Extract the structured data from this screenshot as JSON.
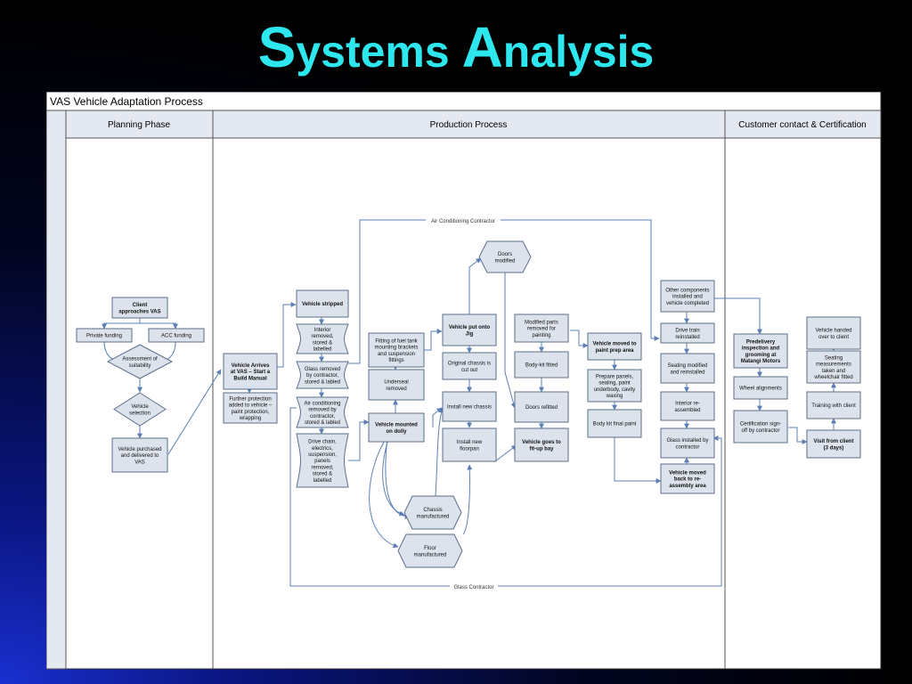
{
  "slide": {
    "title_first_cap": "S",
    "title_first_rest": "ystems",
    "title_second_cap": "A",
    "title_second_rest": "nalysis"
  },
  "diagram": {
    "title": "VAS Vehicle Adaptation Process",
    "lanes": {
      "planning": "Planning Phase",
      "production": "Production Process",
      "customer": "Customer contact & Certification"
    },
    "connector_labels": {
      "air": "Air Conditioning Contractor",
      "glass": "Glass Contractor"
    },
    "nodes": {
      "client": [
        "Client",
        "approaches VAS"
      ],
      "private_funding": [
        "Private funding"
      ],
      "acc_funding": [
        "ACC funding"
      ],
      "assessment": [
        "Assessment of",
        "suitability"
      ],
      "vehicle_selection": [
        "Vehicle",
        "selection"
      ],
      "vehicle_purchased": [
        "Vehicle purchased",
        "and delivered to",
        "VAS"
      ],
      "vehicle_arrives": [
        "Vehicle Arrives",
        "at VAS – Start a",
        "Build Manual"
      ],
      "further_protection": [
        "Further protection",
        "added to vehicle –",
        "paint protection,",
        "wrapping"
      ],
      "vehicle_stripped": [
        "Vehicle stripped"
      ],
      "interior_removed": [
        "Interior",
        "removed,",
        "stored &",
        "labelled"
      ],
      "glass_removed": [
        "Glass removed",
        "by contractor,",
        "stored & labled"
      ],
      "aircon_removed": [
        "Air conditioning",
        "removed by",
        "contractor,",
        "stored & labled"
      ],
      "drive_chain": [
        "Drive chain,",
        "electrics,",
        "suspension,",
        "panels",
        "removed,",
        "stored &",
        "labelled"
      ],
      "fitting_fuel": [
        "Fitting of fuel tank",
        "mounting brackets",
        "and suspension",
        "fittings"
      ],
      "underseal": [
        "Underseal",
        "removed"
      ],
      "mounted_dolly": [
        "Vehicle mounted",
        "on dolly"
      ],
      "put_onto_jig": [
        "Vehicle put onto",
        "Jig"
      ],
      "chassis_cut": [
        "Original chassis is",
        "cut out"
      ],
      "install_chassis": [
        "Install new chassis"
      ],
      "install_floorpan": [
        "Install new",
        "floorpan"
      ],
      "chassis_manufactured": [
        "Chassis",
        "manufactured"
      ],
      "floor_manufactured": [
        "Floor",
        "manufactured"
      ],
      "doors_modified": [
        "Doors",
        "modified"
      ],
      "modified_parts": [
        "Modified parts",
        "removed for",
        "painting"
      ],
      "bodykit_fitted": [
        "Body-kit fitted"
      ],
      "doors_refitted": [
        "Doors refitted"
      ],
      "fitup_bay": [
        "Vehicle goes to",
        "fit-up bay"
      ],
      "paint_prep": [
        "Vehicle moved to",
        "paint prep area"
      ],
      "prepare_panels": [
        "Prepare panels,",
        "sealing, paint",
        "underbody, cavity",
        "waxing"
      ],
      "bodykit_paint": [
        "Body kit final paint"
      ],
      "other_components": [
        "Other components",
        "installed and",
        "vehicle completed"
      ],
      "drive_train": [
        "Drive train",
        "reinstalled"
      ],
      "seating_modified": [
        "Seating modified",
        "and reinstalled"
      ],
      "interior_reassembled": [
        "Interior re-",
        "assembled"
      ],
      "glass_installed": [
        "Glass installed by",
        "contractor"
      ],
      "moved_reassembly": [
        "Vehicle moved",
        "back to re-",
        "assembly area"
      ],
      "predelivery": [
        "Predelivery",
        "inspection and",
        "grooming at",
        "Matangi Motors"
      ],
      "wheel_alignments": [
        "Wheel alignments"
      ],
      "certification": [
        "Certification sign-",
        "off by contractor"
      ],
      "vehicle_handed": [
        "Vehicle handed",
        "over to client"
      ],
      "seating_measurements": [
        "Seating",
        "measurements",
        "taken and",
        "wheelchair fitted"
      ],
      "training": [
        "Training with client"
      ],
      "visit_client": [
        "Visit from client",
        "(3 days)"
      ]
    }
  },
  "colors": {
    "title": "#2ee6ee",
    "box_fill": "#dde3ec",
    "box_stroke": "#5b6f8a",
    "arrow": "#5b7fb5",
    "lane_header": "#e4e8f0"
  }
}
